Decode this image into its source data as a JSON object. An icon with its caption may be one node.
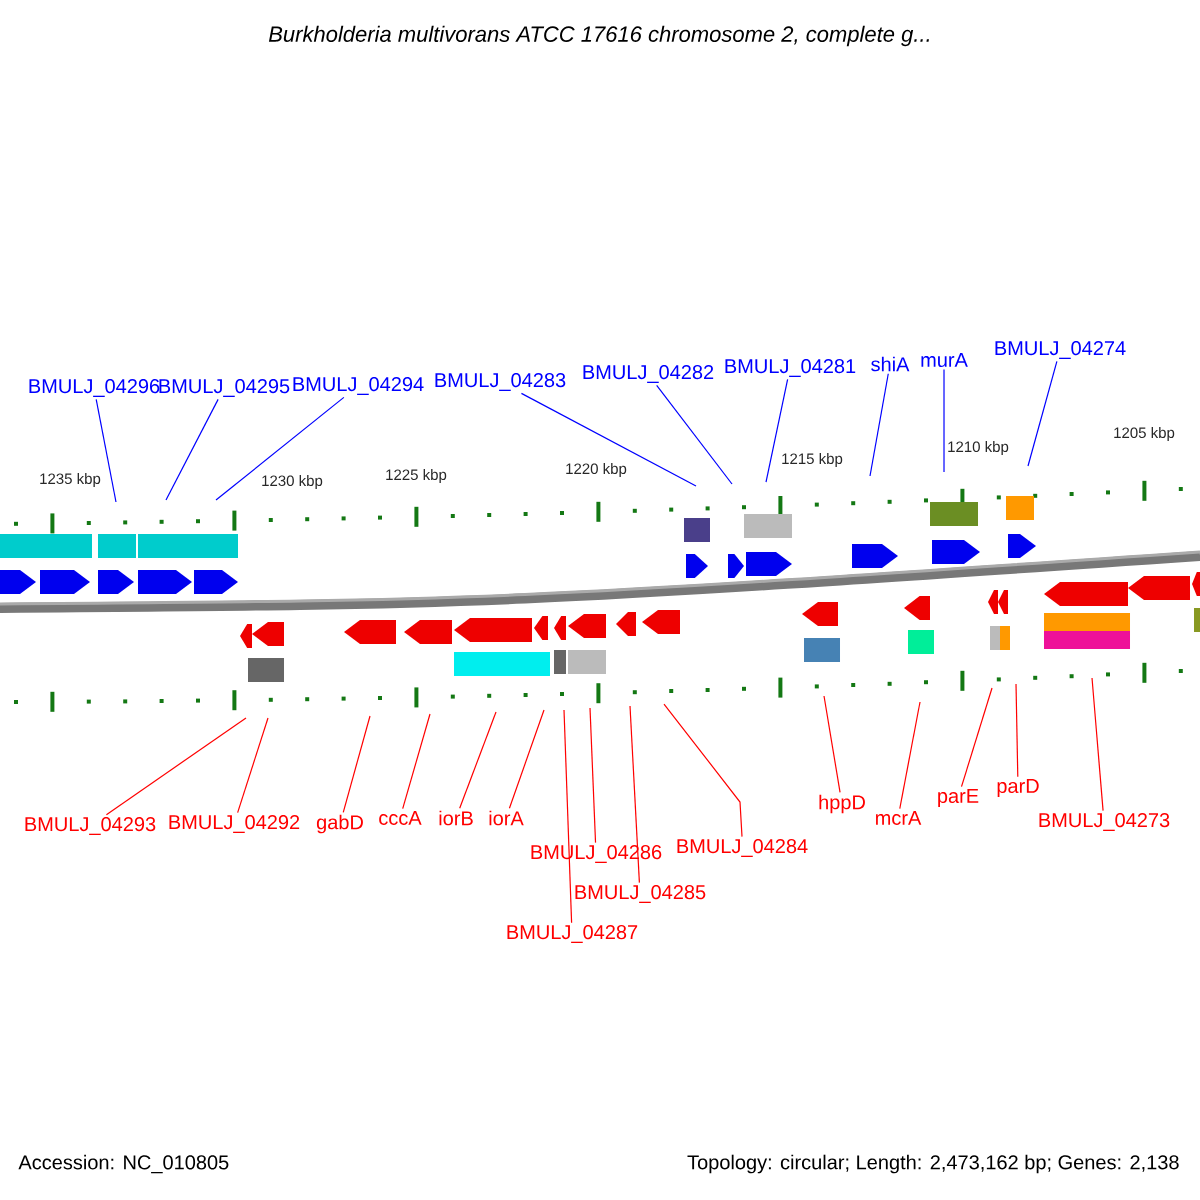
{
  "diagram": {
    "title": "Burkholderia multivorans ATCC 17616 chromosome 2, complete g...",
    "nodes": [
      {
        "text": [
          "BMULJ_04296"
        ]
      },
      {
        "text": [
          "BMULJ_04295"
        ]
      },
      {
        "text": [
          "BMULJ_04294"
        ]
      },
      {
        "text": [
          "BMULJ_04283"
        ]
      },
      {
        "text": [
          "BMULJ_04282"
        ]
      },
      {
        "text": [
          "BMULJ_04281"
        ]
      },
      {
        "text": [
          "shiA"
        ]
      },
      {
        "text": [
          "murA"
        ]
      },
      {
        "text": [
          "BMULJ_04274"
        ]
      },
      {
        "text": [
          "BMULJ_04293"
        ]
      },
      {
        "text": [
          "BMULJ_04292"
        ]
      },
      {
        "text": [
          "gabD"
        ]
      },
      {
        "text": [
          "cccA"
        ]
      },
      {
        "text": [
          "iorB"
        ]
      },
      {
        "text": [
          "iorA"
        ]
      },
      {
        "text": [
          "BMULJ_04286"
        ]
      },
      {
        "text": [
          "BMULJ_04287"
        ]
      },
      {
        "text": [
          "BMULJ_04285"
        ]
      },
      {
        "text": [
          "BMULJ_04284"
        ]
      },
      {
        "text": [
          "hppD"
        ]
      },
      {
        "text": [
          "mcrA"
        ]
      },
      {
        "text": [
          "parE"
        ]
      },
      {
        "text": [
          "parD"
        ]
      },
      {
        "text": [
          "BMULJ_04273"
        ]
      }
    ],
    "edges": [
      {
        "from": 0,
        "to": null,
        "arrow": "none",
        "color": "#0000ff"
      },
      {
        "from": 1,
        "to": null,
        "arrow": "none",
        "color": "#0000ff"
      },
      {
        "from": 2,
        "to": null,
        "arrow": "none",
        "color": "#0000ff"
      },
      {
        "from": 3,
        "to": null,
        "arrow": "none",
        "color": "#0000ff"
      },
      {
        "from": 4,
        "to": null,
        "arrow": "none",
        "color": "#0000ff"
      },
      {
        "from": 5,
        "to": null,
        "arrow": "none",
        "color": "#0000ff"
      },
      {
        "from": 6,
        "to": null,
        "arrow": "none",
        "color": "#0000ff"
      },
      {
        "from": 7,
        "to": null,
        "arrow": "none",
        "color": "#0000ff"
      },
      {
        "from": 8,
        "to": null,
        "arrow": "none",
        "color": "#0000ff"
      },
      {
        "from": 9,
        "to": null,
        "arrow": "none"
      },
      {
        "from": 10,
        "to": null,
        "arrow": "none"
      },
      {
        "from": 11,
        "to": null,
        "arrow": "none"
      },
      {
        "from": 12,
        "to": null,
        "arrow": "none"
      },
      {
        "from": 13,
        "to": null,
        "arrow": "none"
      },
      {
        "from": 14,
        "to": null,
        "arrow": "none"
      },
      {
        "from": 15,
        "to": null,
        "arrow": "none"
      },
      {
        "from": 16,
        "to": null,
        "arrow": "none"
      },
      {
        "from": 17,
        "to": null,
        "arrow": "none"
      },
      {
        "from": 18,
        "to": null,
        "arrow": "none"
      },
      {
        "from": 19,
        "to": null,
        "arrow": "none"
      },
      {
        "from": 20,
        "to": null,
        "arrow": "none"
      },
      {
        "from": 21,
        "to": null,
        "arrow": "none"
      },
      {
        "from": 22,
        "to": null,
        "arrow": "none"
      },
      {
        "from": 23,
        "to": null,
        "arrow": "none"
      }
    ],
    "labels": [
      "1235 kbp",
      "1230 kbp",
      "1225 kbp",
      "1220 kbp",
      "1215 kbp",
      "1210 kbp",
      "1205 kbp",
      "Accession: NC_010805",
      "Topology: circular; Length: 2,473,162 bp; Genes: 2,138"
    ]
  }
}
